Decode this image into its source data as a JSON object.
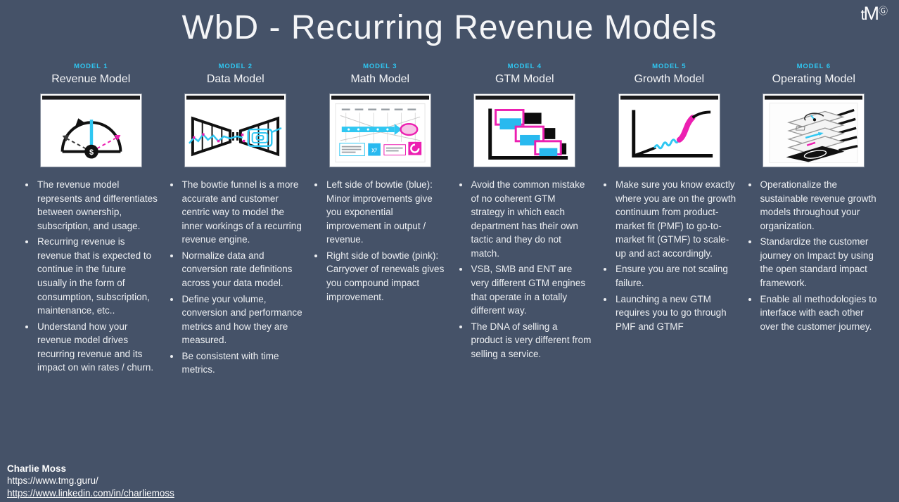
{
  "page": {
    "background_color": "#455268",
    "accent_cyan": "#2FC7F2",
    "accent_pink": "#EC1FB1",
    "text_color": "#F4F5F7"
  },
  "logo": {
    "text_t": "t",
    "text_m": "M",
    "mark": "Ⓖ"
  },
  "title": "WbD - Recurring Revenue Models",
  "models": [
    {
      "label": "MODEL 1",
      "name": "Revenue Model",
      "icon": "gauge-dollar-icon",
      "icon_text": "$",
      "bullets": [
        "The revenue model represents and differentiates between ownership, subscription, and usage.",
        "Recurring revenue is revenue that is expected to continue in the future usually in the form of consumption, subscription, maintenance, etc..",
        "Understand how your revenue model drives recurring revenue and its impact on win rates / churn."
      ]
    },
    {
      "label": "MODEL 2",
      "name": "Data Model",
      "icon": "bowtie-funnel-icon",
      "bullets": [
        "The bowtie funnel is a more accurate and customer centric way to model the inner workings of a recurring revenue engine.",
        "Normalize data and conversion rate definitions across your data model.",
        "Define your volume, conversion and performance metrics and how they are measured.",
        "Be consistent with time metrics."
      ]
    },
    {
      "label": "MODEL 3",
      "name": "Math Model",
      "icon": "math-model-screenshot-icon",
      "icon_text": "xʸ",
      "bullets": [
        "Left side of bowtie (blue): Minor improvements give you exponential improvement in output / revenue.",
        "Right side of bowtie (pink): Carryover of renewals gives you compound impact improvement."
      ]
    },
    {
      "label": "MODEL 4",
      "name": "GTM Model",
      "icon": "gtm-gantt-icon",
      "bullets": [
        "Avoid the common mistake of no coherent GTM strategy in which each department has their own tactic and they do not match.",
        "VSB, SMB and ENT are very different GTM engines that operate in a totally different way.",
        "The DNA of selling a product is very different from selling a service."
      ]
    },
    {
      "label": "MODEL 5",
      "name": "Growth Model",
      "icon": "growth-curve-icon",
      "bullets": [
        "Make sure you know exactly where you are on the growth continuum from product-market fit (PMF) to go-to-market fit (GTMF) to scale-up and act accordingly.",
        "Ensure you are not scaling failure.",
        "Launching a new GTM requires you to go through PMF and GTMF"
      ]
    },
    {
      "label": "MODEL 6",
      "name": "Operating Model",
      "icon": "operating-layers-icon",
      "bullets": [
        "Operationalize the sustainable revenue growth models throughout your organization.",
        "Standardize the customer journey on Impact by using the open standard impact framework.",
        "Enable all methodologies to interface with each other over the customer journey."
      ]
    }
  ],
  "footer": {
    "author": "Charlie Moss",
    "website": "https://www.tmg.guru/",
    "linkedin": "https://www.linkedin.com/in/charliemoss"
  }
}
